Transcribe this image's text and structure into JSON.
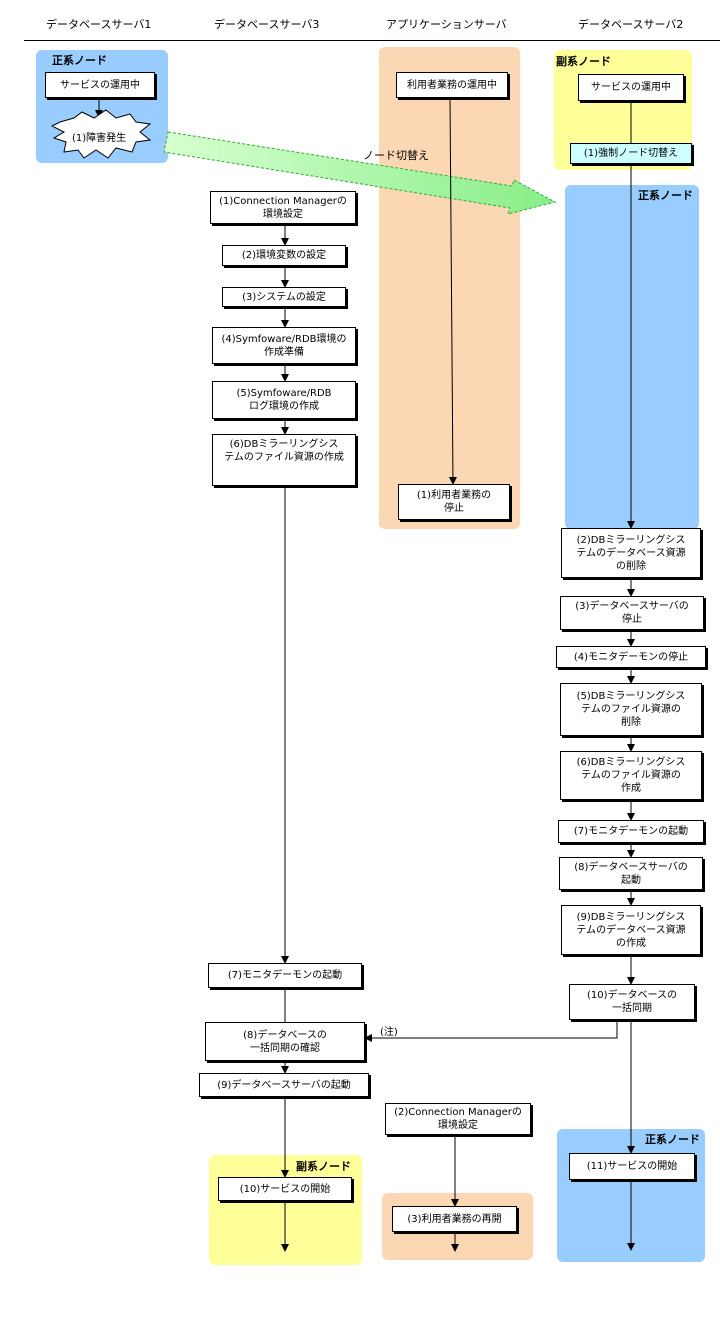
{
  "headers": {
    "db1": "データベースサーバ1",
    "db3": "データベースサーバ3",
    "app": "アプリケーションサーバ",
    "db2": "データベースサーバ2"
  },
  "regions": {
    "db1_primary": "正系ノード",
    "db2_secondary": "副系ノード",
    "db2_primary": "正系ノード",
    "db3_secondary": "副系ノード",
    "db2_primary_end": "正系ノード"
  },
  "db1": {
    "service_running": "サービスの運用中",
    "failure": "(1)障害発生"
  },
  "switch_label": "ノード切替え",
  "db3": {
    "s1": "(1)Connection Managerの\n環境設定",
    "s2": "(2)環境変数の設定",
    "s3": "(3)システムの設定",
    "s4": "(4)Symfoware/RDB環境の\n作成準備",
    "s5": "(5)Symfoware/RDB\nログ環境の作成",
    "s6": "(6)DBミラーリングシス\nテムのファイル資源の作成",
    "s7": "(7)モニタデーモンの起動",
    "s8": "(8)データベースの\n一括同期の確認",
    "s9": "(9)データベースサーバの起動",
    "s10": "(10)サービスの開始"
  },
  "app": {
    "running": "利用者業務の運用中",
    "stop": "(1)利用者業務の\n停止",
    "cm_setup": "(2)Connection Managerの\n環境設定",
    "resume": "(3)利用者業務の再開"
  },
  "db2": {
    "service_running": "サービスの運用中",
    "forced_switch": "(1)強制ノード切替え",
    "s2": "(2)DBミラーリングシス\nテムのデータベース資源\nの削除",
    "s3": "(3)データベースサーバの\n停止",
    "s4": "(4)モニタデーモンの停止",
    "s5": "(5)DBミラーリングシス\nテムのファイル資源の\n削除",
    "s6": "(6)DBミラーリングシス\nテムのファイル資源の\n作成",
    "s7": "(7)モニタデーモンの起動",
    "s8": "(8)データベースサーバの\n起動",
    "s9": "(9)DBミラーリングシス\nテムのデータベース資源\nの作成",
    "s10": "(10)データベースの\n一括同期",
    "s11": "(11)サービスの開始"
  },
  "note": "(注)"
}
